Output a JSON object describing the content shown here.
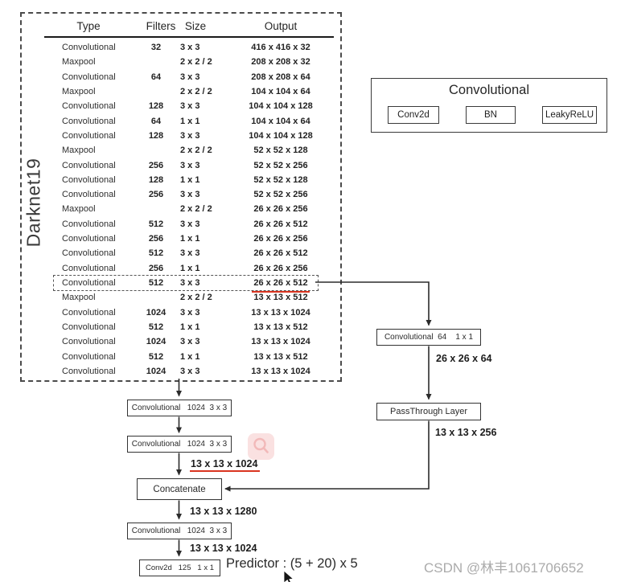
{
  "figure": {
    "group_label": "Darknet19",
    "table": {
      "headers": {
        "type": "Type",
        "filters": "Filters",
        "size": "Size",
        "output": "Output"
      },
      "rows": [
        {
          "type": "Convolutional",
          "filters": "32",
          "size": "3 x 3",
          "output": "416 x 416 x 32"
        },
        {
          "type": "Maxpool",
          "filters": "",
          "size": "2 x 2 / 2",
          "output": "208 x 208 x 32"
        },
        {
          "type": "Convolutional",
          "filters": "64",
          "size": "3 x 3",
          "output": "208 x 208 x 64"
        },
        {
          "type": "Maxpool",
          "filters": "",
          "size": "2 x 2 / 2",
          "output": "104 x 104 x 64"
        },
        {
          "type": "Convolutional",
          "filters": "128",
          "size": "3 x 3",
          "output": "104 x 104 x 128"
        },
        {
          "type": "Convolutional",
          "filters": "64",
          "size": "1 x 1",
          "output": "104 x 104 x 64"
        },
        {
          "type": "Convolutional",
          "filters": "128",
          "size": "3 x 3",
          "output": "104 x 104 x 128"
        },
        {
          "type": "Maxpool",
          "filters": "",
          "size": "2 x 2 / 2",
          "output": "52 x 52 x 128"
        },
        {
          "type": "Convolutional",
          "filters": "256",
          "size": "3 x 3",
          "output": "52 x 52 x 256"
        },
        {
          "type": "Convolutional",
          "filters": "128",
          "size": "1 x 1",
          "output": "52 x 52 x 128"
        },
        {
          "type": "Convolutional",
          "filters": "256",
          "size": "3 x 3",
          "output": "52 x 52 x 256"
        },
        {
          "type": "Maxpool",
          "filters": "",
          "size": "2 x 2 / 2",
          "output": "26 x 26 x 256"
        },
        {
          "type": "Convolutional",
          "filters": "512",
          "size": "3 x 3",
          "output": "26 x 26 x 512"
        },
        {
          "type": "Convolutional",
          "filters": "256",
          "size": "1 x 1",
          "output": "26 x 26 x 256"
        },
        {
          "type": "Convolutional",
          "filters": "512",
          "size": "3 x 3",
          "output": "26 x 26 x 512"
        },
        {
          "type": "Convolutional",
          "filters": "256",
          "size": "1 x 1",
          "output": "26 x 26 x 256"
        },
        {
          "type": "Convolutional",
          "filters": "512",
          "size": "3 x 3",
          "output": "26 x 26 x 512",
          "highlight": true,
          "underline": true
        },
        {
          "type": "Maxpool",
          "filters": "",
          "size": "2 x 2 / 2",
          "output": "13 x 13 x 512"
        },
        {
          "type": "Convolutional",
          "filters": "1024",
          "size": "3 x 3",
          "output": "13 x 13 x 1024"
        },
        {
          "type": "Convolutional",
          "filters": "512",
          "size": "1 x 1",
          "output": "13 x 13 x 512"
        },
        {
          "type": "Convolutional",
          "filters": "1024",
          "size": "3 x 3",
          "output": "13 x 13 x 1024"
        },
        {
          "type": "Convolutional",
          "filters": "512",
          "size": "1 x 1",
          "output": "13 x 13 x 512"
        },
        {
          "type": "Convolutional",
          "filters": "1024",
          "size": "3 x 3",
          "output": "13 x 13 x 1024"
        }
      ]
    },
    "legend": {
      "title": "Convolutional",
      "conv2d": "Conv2d",
      "bn": "BN",
      "leakyrelu": "LeakyReLU"
    },
    "flow": {
      "conv_head1": "Convolutional   1024  3 x 3",
      "conv_head2": "Convolutional   1024  3 x 3",
      "concatenate": "Concatenate",
      "conv_head3": "Convolutional   1024  3 x 3",
      "conv2d_pred": "Conv2d   125   1 x 1",
      "conv_reduce": "Convolutional  64    1 x 1",
      "passthrough": "PassThrough Layer",
      "dim_26_26_64": "26 x 26 x 64",
      "dim_13_13_256": "13 x 13 x 256",
      "dim_13_13_1024_top": "13 x 13 x 1024",
      "dim_13_13_1280": "13 x 13 x 1280",
      "dim_13_13_1024_bottom": "13 x 13 x 1024",
      "predictor": "Predictor : (5 + 20) x 5"
    },
    "watermark": {
      "text": "CSDN @林丰1061706652"
    },
    "colors": {
      "red_accent": "#da3420",
      "line": "#2b2b2b",
      "watermark_gray": "#ababab",
      "magnifier_pink": "#fae1e1"
    }
  }
}
